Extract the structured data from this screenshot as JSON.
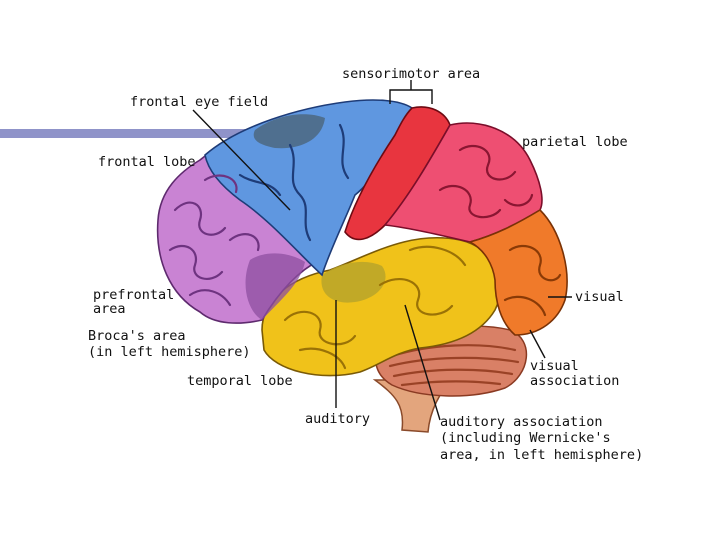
{
  "labels": {
    "sensorimotor": "sensorimotor area",
    "frontal_eye_field": "frontal eye field",
    "frontal_lobe": "frontal lobe",
    "parietal_lobe": "parietal lobe",
    "prefrontal_1": "prefrontal",
    "prefrontal_2": "area",
    "visual": "visual",
    "broca_1": "Broca's area",
    "broca_2": "(in left hemisphere)",
    "temporal_lobe": "temporal lobe",
    "visual_assoc_1": "visual",
    "visual_assoc_2": "association",
    "auditory": "auditory",
    "auditory_assoc_1": "auditory association",
    "auditory_assoc_2": "(including Wernicke's",
    "auditory_assoc_3": "area, in left hemisphere)"
  },
  "colors": {
    "accent_bar": "#8f93c9",
    "frontal_lobe": "#c983d3",
    "prefrontal_dark": "#8e4fa0",
    "frontal_eye_field": "#4f6f8f",
    "motor_blue": "#5f97e0",
    "sensory_red": "#e8353f",
    "parietal_pink": "#ee4f72",
    "visual_orange": "#f07a2a",
    "temporal_yellow": "#f0c21a",
    "auditory_olive": "#b9a52a",
    "cerebellum": "#d98066",
    "brainstem": "#e3a57d"
  }
}
